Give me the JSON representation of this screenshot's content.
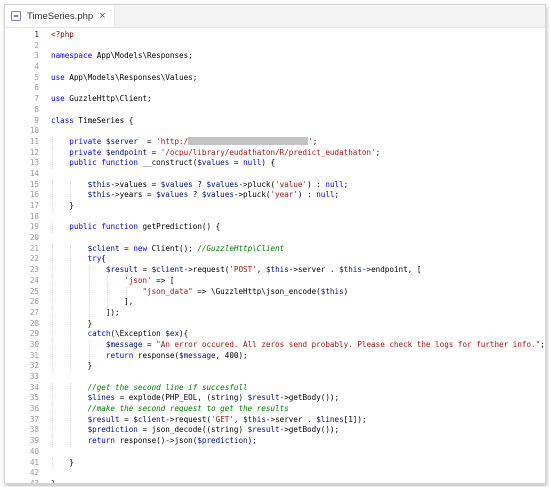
{
  "tab": {
    "filename": "TimeSeries.php",
    "file_icon": "php-file-icon",
    "close_icon": "close-icon"
  },
  "editor": {
    "active_line": 1,
    "lines": [
      [
        [
          "tg",
          "<?php"
        ]
      ],
      [],
      [
        [
          "p",
          "namespace App\\Models\\Responses;"
        ]
      ],
      [],
      [
        [
          "p",
          "use App\\Models\\Responses\\Values;"
        ]
      ],
      [],
      [
        [
          "p",
          "use GuzzleHttp\\Client;"
        ]
      ],
      [],
      [
        [
          "p",
          "class TimeSeries {"
        ]
      ],
      [],
      [
        [
          "p",
          "    private "
        ],
        [
          "v",
          "$server"
        ],
        [
          "p",
          "  = "
        ],
        [
          "s",
          "'http:/"
        ],
        [
          "m",
          ""
        ],
        [
          "s",
          "'"
        ],
        [
          "p",
          ";"
        ]
      ],
      [
        [
          "p",
          "    private "
        ],
        [
          "v",
          "$endpoint"
        ],
        [
          "p",
          " = "
        ],
        [
          "s",
          "'/ocpu/library/eudathaton/R/predict_eudathaton'"
        ],
        [
          "p",
          ";"
        ]
      ],
      [
        [
          "p",
          "    public function __construct("
        ],
        [
          "v",
          "$values"
        ],
        [
          "p",
          " = null) {"
        ]
      ],
      [],
      [
        [
          "p",
          "        "
        ],
        [
          "v",
          "$this"
        ],
        [
          "p",
          "->values = "
        ],
        [
          "v",
          "$values"
        ],
        [
          "p",
          " ? "
        ],
        [
          "v",
          "$values"
        ],
        [
          "p",
          "->pluck("
        ],
        [
          "s",
          "'value'"
        ],
        [
          "p",
          ") : null;"
        ]
      ],
      [
        [
          "p",
          "        "
        ],
        [
          "v",
          "$this"
        ],
        [
          "p",
          "->years = "
        ],
        [
          "v",
          "$values"
        ],
        [
          "p",
          " ? "
        ],
        [
          "v",
          "$values"
        ],
        [
          "p",
          "->pluck("
        ],
        [
          "s",
          "'year'"
        ],
        [
          "p",
          ") : null;"
        ]
      ],
      [
        [
          "p",
          "    }"
        ]
      ],
      [],
      [
        [
          "p",
          "    public function getPrediction() {"
        ]
      ],
      [],
      [
        [
          "p",
          "        "
        ],
        [
          "v",
          "$client"
        ],
        [
          "p",
          " = new Client(); "
        ],
        [
          "c",
          "//GuzzleHttp\\Client"
        ]
      ],
      [
        [
          "p",
          "        try{"
        ]
      ],
      [
        [
          "p",
          "            "
        ],
        [
          "v",
          "$result"
        ],
        [
          "p",
          " = "
        ],
        [
          "v",
          "$client"
        ],
        [
          "p",
          "->request("
        ],
        [
          "s",
          "'POST'"
        ],
        [
          "p",
          ", "
        ],
        [
          "v",
          "$this"
        ],
        [
          "p",
          "->server . "
        ],
        [
          "v",
          "$this"
        ],
        [
          "p",
          "->endpoint, ["
        ]
      ],
      [
        [
          "p",
          "                "
        ],
        [
          "s",
          "'json'"
        ],
        [
          "p",
          " => ["
        ]
      ],
      [
        [
          "p",
          "                    "
        ],
        [
          "s",
          "\"json_data\""
        ],
        [
          "p",
          " => \\GuzzleHttp\\json_encode("
        ],
        [
          "v",
          "$this"
        ],
        [
          "p",
          ")"
        ]
      ],
      [
        [
          "p",
          "                ],"
        ]
      ],
      [
        [
          "p",
          "            ]);"
        ]
      ],
      [
        [
          "p",
          "        }"
        ]
      ],
      [
        [
          "p",
          "        catch(\\Exception "
        ],
        [
          "v",
          "$ex"
        ],
        [
          "p",
          "){"
        ]
      ],
      [
        [
          "p",
          "            "
        ],
        [
          "v",
          "$message"
        ],
        [
          "p",
          " = "
        ],
        [
          "s",
          "\"An error occured. All zeros send probably. Please check the logs for further info.\""
        ],
        [
          "p",
          ";"
        ]
      ],
      [
        [
          "p",
          "            return response("
        ],
        [
          "v",
          "$message"
        ],
        [
          "p",
          ", 400);"
        ]
      ],
      [
        [
          "p",
          "        }"
        ]
      ],
      [],
      [
        [
          "p",
          "        "
        ],
        [
          "c",
          "//get the second line if succesfull"
        ]
      ],
      [
        [
          "p",
          "        "
        ],
        [
          "v",
          "$lines"
        ],
        [
          "p",
          " = explode(PHP_EOL, (string) "
        ],
        [
          "v",
          "$result"
        ],
        [
          "p",
          "->getBody());"
        ]
      ],
      [
        [
          "p",
          "        "
        ],
        [
          "c",
          "//make the second request to get the results"
        ]
      ],
      [
        [
          "p",
          "        "
        ],
        [
          "v",
          "$result"
        ],
        [
          "p",
          " = "
        ],
        [
          "v",
          "$client"
        ],
        [
          "p",
          "->request("
        ],
        [
          "s",
          "'GET'"
        ],
        [
          "p",
          ", "
        ],
        [
          "v",
          "$this"
        ],
        [
          "p",
          "->server . "
        ],
        [
          "v",
          "$lines"
        ],
        [
          "p",
          "[1]);"
        ]
      ],
      [
        [
          "p",
          "        "
        ],
        [
          "v",
          "$prediction"
        ],
        [
          "p",
          " = json_decode((string) "
        ],
        [
          "v",
          "$result"
        ],
        [
          "p",
          "->getBody());"
        ]
      ],
      [
        [
          "p",
          "        return response()->json("
        ],
        [
          "v",
          "$prediction"
        ],
        [
          "p",
          ");"
        ]
      ],
      [],
      [
        [
          "p",
          "    }"
        ]
      ],
      [],
      [
        [
          "p",
          "}"
        ]
      ]
    ]
  }
}
